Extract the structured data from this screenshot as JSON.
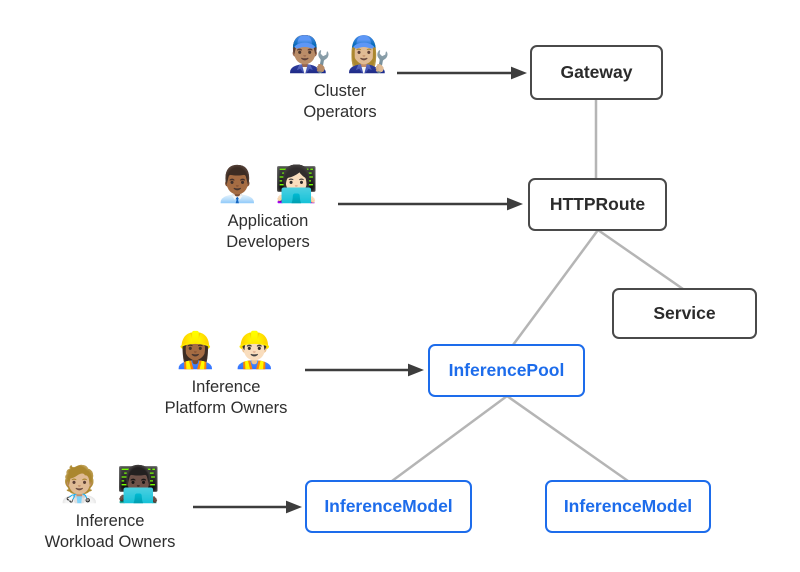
{
  "diagram": {
    "colors": {
      "background": "#ffffff",
      "core_border": "#4a4a4a",
      "core_text": "#2b2b2b",
      "extension_accent": "#1d6ceb",
      "connector_line": "#b5b5b5",
      "actor_arrow": "#3d3d3d",
      "actor_text": "#2e2e2e"
    },
    "actors": [
      {
        "id": "cluster-operators",
        "icon_name": "man-mechanic-and-woman-mechanic-emoji",
        "icons": "👨🏽‍🔧 👩🏼‍🔧",
        "label_line1": "Cluster",
        "label_line2": "Operators"
      },
      {
        "id": "application-developers",
        "icon_name": "man-office-worker-and-woman-technologist-emoji",
        "icons": "👨🏾‍💼 👩🏻‍💻",
        "label_line1": "Application",
        "label_line2": "Developers"
      },
      {
        "id": "inference-platform-owners",
        "icon_name": "woman-construction-worker-and-man-construction-worker-emoji",
        "icons": "👷🏾‍♀️ 👷🏻‍♂️",
        "label_line1": "Inference",
        "label_line2": "Platform Owners"
      },
      {
        "id": "inference-workload-owners",
        "icon_name": "health-worker-and-man-technologist-emoji",
        "icons": "🧑🏼‍⚕️ 👨🏿‍💻",
        "label_line1": "Inference",
        "label_line2": "Workload Owners"
      }
    ],
    "nodes": [
      {
        "id": "gateway",
        "label": "Gateway",
        "kind": "core"
      },
      {
        "id": "httproute",
        "label": "HTTPRoute",
        "kind": "core"
      },
      {
        "id": "service",
        "label": "Service",
        "kind": "core"
      },
      {
        "id": "inference-pool",
        "label": "InferencePool",
        "kind": "extension"
      },
      {
        "id": "inference-model-1",
        "label": "InferenceModel",
        "kind": "extension"
      },
      {
        "id": "inference-model-2",
        "label": "InferenceModel",
        "kind": "extension"
      }
    ],
    "edges": [
      {
        "from": "gateway",
        "to": "httproute",
        "style": "line"
      },
      {
        "from": "httproute",
        "to": "service",
        "style": "line"
      },
      {
        "from": "httproute",
        "to": "inference-pool",
        "style": "line"
      },
      {
        "from": "inference-pool",
        "to": "inference-model-1",
        "style": "line"
      },
      {
        "from": "inference-pool",
        "to": "inference-model-2",
        "style": "line"
      },
      {
        "from": "cluster-operators",
        "to": "gateway",
        "style": "arrow"
      },
      {
        "from": "application-developers",
        "to": "httproute",
        "style": "arrow"
      },
      {
        "from": "inference-platform-owners",
        "to": "inference-pool",
        "style": "arrow"
      },
      {
        "from": "inference-workload-owners",
        "to": "inference-model-1",
        "style": "arrow"
      }
    ]
  }
}
